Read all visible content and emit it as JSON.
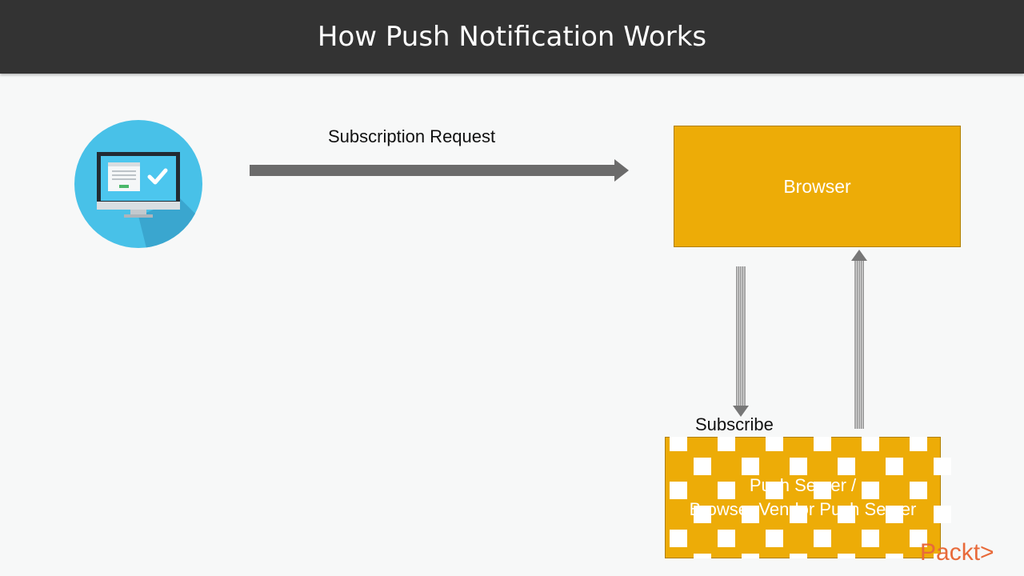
{
  "header": {
    "title": "How Push Notification Works"
  },
  "diagram": {
    "subscription_label": "Subscription Request",
    "browser_label": "Browser",
    "subscribe_label": "Subscribe",
    "push_server_line1": "Push Server /",
    "push_server_line2": "Browser  Vendor Push Server"
  },
  "icons": {
    "client": "monitor-check-icon",
    "logo": "packt-logo"
  },
  "colors": {
    "header_bg": "#333333",
    "box_fill": "#edac07",
    "icon_circle": "#48c1e8",
    "arrow": "#6b6b6b",
    "logo": "#e86a3a"
  },
  "logo_text": "Packt>"
}
